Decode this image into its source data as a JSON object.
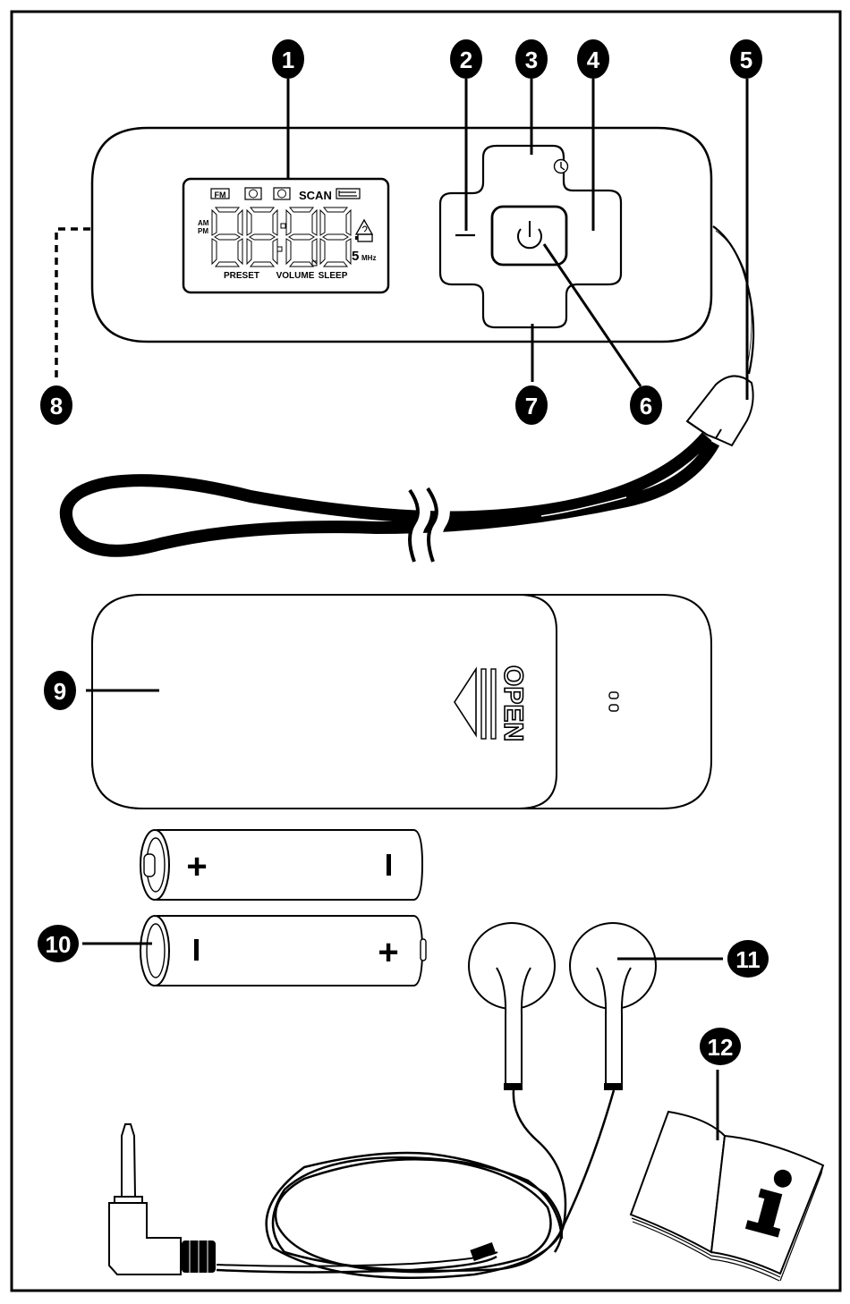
{
  "callouts": [
    {
      "number": "1",
      "target": "lcd-display"
    },
    {
      "number": "2",
      "target": "minus-button"
    },
    {
      "number": "3",
      "target": "up-clock-button"
    },
    {
      "number": "4",
      "target": "plus-button"
    },
    {
      "number": "5",
      "target": "strap-attachment"
    },
    {
      "number": "6",
      "target": "power-button"
    },
    {
      "number": "7",
      "target": "down-button"
    },
    {
      "number": "8",
      "target": "headphone-jack-side"
    },
    {
      "number": "9",
      "target": "battery-cover"
    },
    {
      "number": "10",
      "target": "batteries"
    },
    {
      "number": "11",
      "target": "earphones"
    },
    {
      "number": "12",
      "target": "instruction-manual"
    }
  ],
  "lcd": {
    "band_fm": "FM",
    "preset_1": "①",
    "preset_60": "⑥",
    "scan": "SCAN",
    "am": "AM",
    "pm": "PM",
    "digit_5": "5",
    "unit": "MHz",
    "label_preset": "PRESET",
    "label_volume": "VOLUME",
    "label_sleep": "SLEEP"
  },
  "battery_cover": {
    "open_label": "OPEN"
  },
  "batteries": {
    "top_left_symbol": "+",
    "top_right_symbol": "−",
    "bottom_left_symbol": "−",
    "bottom_right_symbol": "+"
  },
  "manual": {
    "info_symbol": "i"
  }
}
